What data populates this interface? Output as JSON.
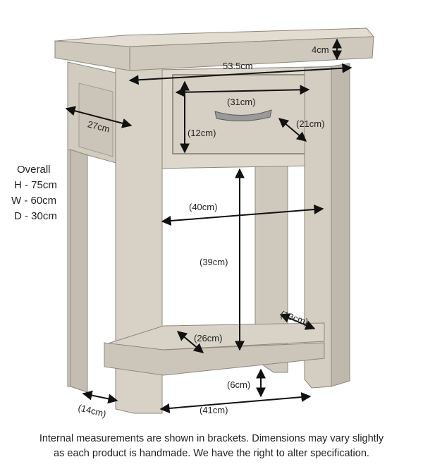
{
  "overall": {
    "heading": "Overall",
    "height": "H - 75cm",
    "width": "W - 60cm",
    "depth": "D - 30cm"
  },
  "dimensions": {
    "top_thickness": "4cm",
    "top_width": "53.5cm",
    "side_depth": "27cm",
    "drawer_width": "(31cm)",
    "drawer_height": "(12cm)",
    "drawer_depth": "(21cm)",
    "internal_width": "(40cm)",
    "internal_height": "(39cm)",
    "shelf_depth": "(26cm)",
    "leg_width_back": "(13cm)",
    "shelf_clearance": "(6cm)",
    "leg_width_front": "(14cm)",
    "base_width": "(41cm)"
  },
  "footer": {
    "line1": "Internal measurements are shown in brackets. Dimensions may vary slightly",
    "line2": "as each product is handmade. We have the right to alter specification."
  },
  "colors": {
    "wood_light": "#d9d3c8",
    "wood_mid": "#c6bfb3",
    "wood_dark": "#a9a195",
    "wood_edge": "#8f877b",
    "arrow": "#111111"
  }
}
